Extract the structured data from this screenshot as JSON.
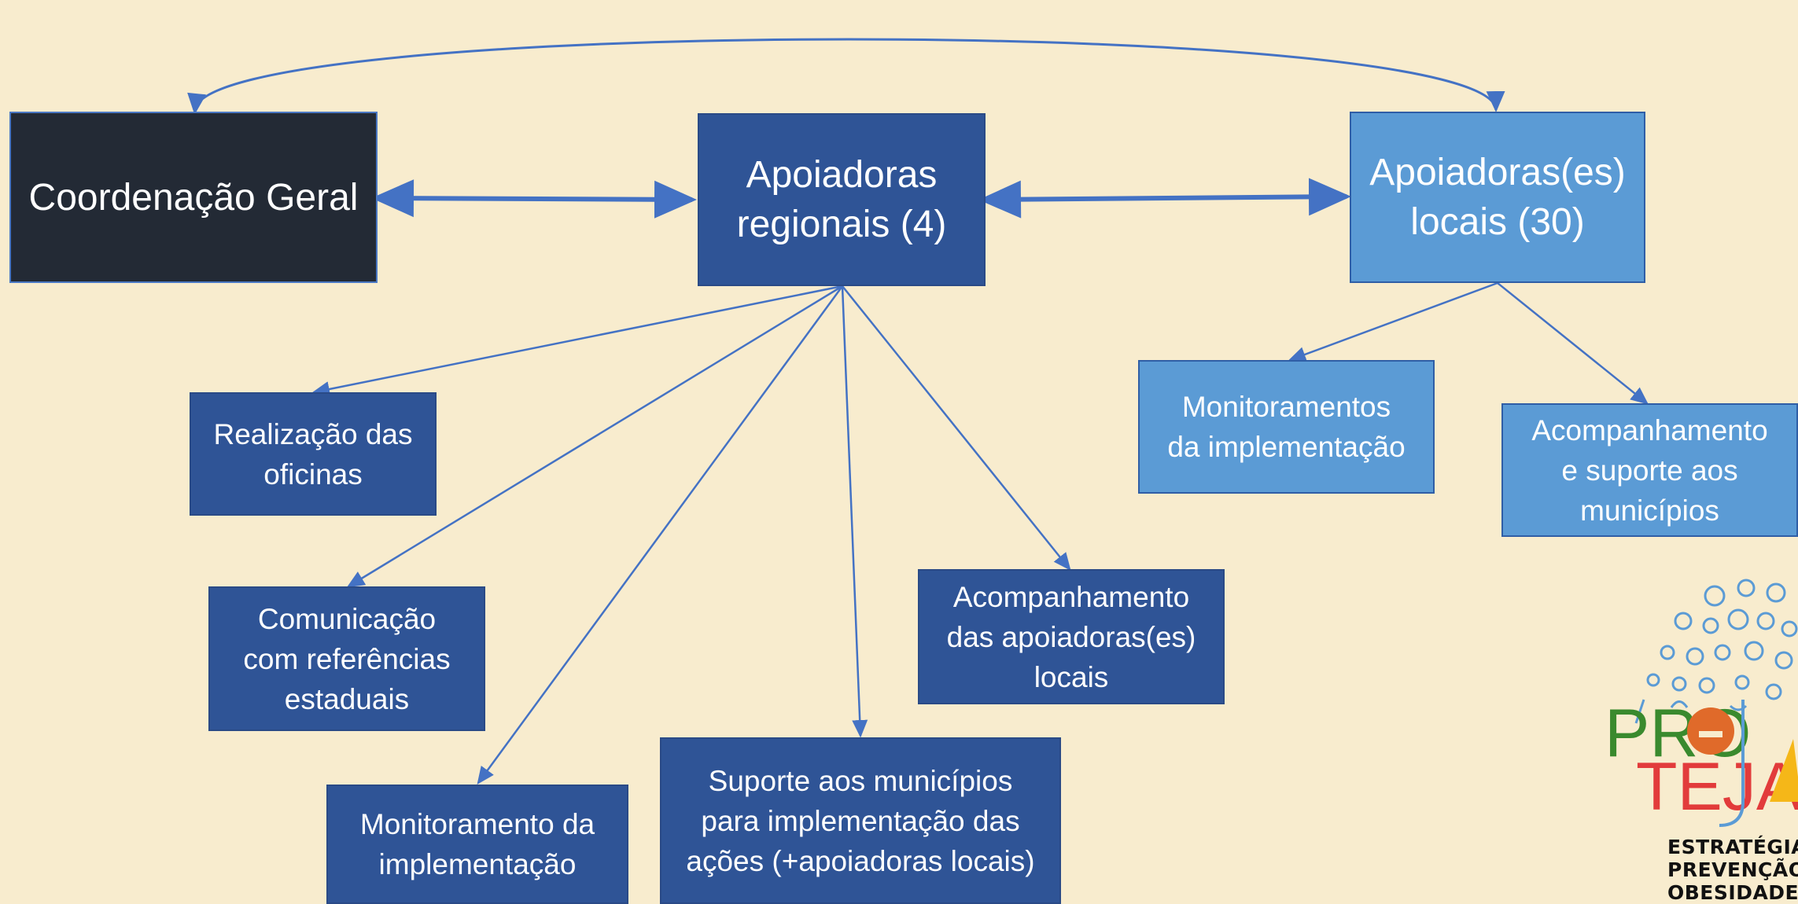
{
  "diagram": {
    "nodes": {
      "coordenacao": "Coordenação Geral",
      "regionais": "Apoiadoras\nregionais (4)",
      "locais": "Apoiadoras(es)\nlocais (30)",
      "realizacao": "Realização das\noficinas",
      "comunicacao": "Comunicação\ncom referências\nestaduais",
      "monitoramento_regional": "Monitoramento da\nimplementação",
      "suporte": "Suporte aos municípios\npara implementação das\nações (+apoiadoras locais)",
      "acompanhamento_apoiadoras": "Acompanhamento\ndas apoiadoras(es)\nlocais",
      "monitoramentos_locais": "Monitoramentos\nda implementação",
      "acompanhamento_municipios": "Acompanhamento\ne suporte aos\nmunicípios"
    },
    "colors": {
      "background": "#f8ecce",
      "dark_box": "#232a35",
      "mid_box": "#2f5496",
      "light_box": "#5b9bd5",
      "arrow": "#4472c4"
    }
  },
  "logo": {
    "line1": "ESTRATÉGIA",
    "line2": "PREVENÇÃO",
    "line3": "OBESIDADE",
    "pro": "PRO",
    "teja": "TEJA"
  }
}
